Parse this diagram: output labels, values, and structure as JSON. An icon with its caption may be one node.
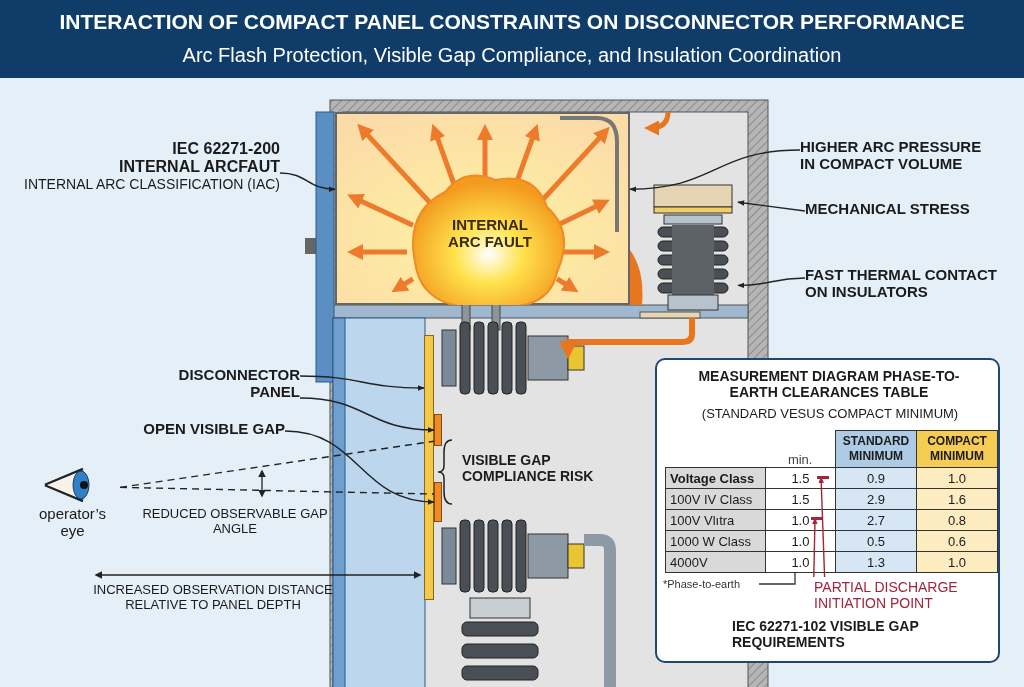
{
  "diagram": {
    "title": "INTERACTION OF COMPACT PANEL CONSTRAINTS ON DISCONNECTOR PERFORMANCE",
    "nodes": [
      {
        "text": [
          "IEC 62271-200 INTERNAL ARCFAUT",
          "INTERNAL ARC CLASSIFICATION (IAC)"
        ]
      },
      {
        "text": [],
        "shape": "box"
      },
      {
        "text": [
          "INTERNAL ARC FAULT"
        ],
        "in": 1
      },
      {
        "text": [
          "HIGHER ARC PRESSURE IN COMPACT VOLUME"
        ]
      },
      {
        "text": [
          "MECHANICAL STRESS"
        ]
      },
      {
        "text": [],
        "shape": "picture"
      },
      {
        "text": [
          "FAST THERMAL CONTACT ON INSULATORS"
        ]
      },
      {
        "text": [
          "DISCONNECTOR PANEL"
        ]
      },
      {
        "text": [],
        "shape": "bar"
      },
      {
        "text": [],
        "shape": "bar"
      },
      {
        "text": [],
        "shape": "bar"
      },
      {
        "text": [
          "OPEN VISIBLE GAP"
        ]
      },
      {
        "text": [
          "operator’s eye"
        ]
      },
      {
        "text": [
          "MEASUREMENT DIAGRAM PHASE-TO-EARTH CLEARANCES TABLE",
          "(STANDARD VESUS COMPACT MINIMUM)",
          "IEC 62271-102 VISIBLE GAP REQUIREMENTS"
        ]
      },
      {
        "text": [
          "PARTIAL DISCHARGE INITIATION POINT"
        ],
        "in": 13
      },
      {
        "text": [],
        "shape": "bar",
        "in": 13
      },
      {
        "text": [],
        "shape": "bar",
        "in": 13
      }
    ],
    "edges": [
      {
        "from": 0,
        "to": 1,
        "arrow": "to"
      },
      {
        "from": 3,
        "to": 1,
        "arrow": "to"
      },
      {
        "from": 4,
        "to": 5,
        "arrow": "to"
      },
      {
        "from": 6,
        "to": 5,
        "arrow": "to"
      },
      {
        "from": 7,
        "to": 8,
        "arrow": "to"
      },
      {
        "from": 7,
        "to": 9,
        "arrow": "to"
      },
      {
        "from": 11,
        "to": 10,
        "arrow": "to"
      },
      {
        "from": 12,
        "to": 9,
        "arrow": "none",
        "style": "dashed"
      },
      {
        "from": 12,
        "to": 10,
        "arrow": "none",
        "style": "dashed"
      },
      {
        "from": 14,
        "to": 15,
        "arrow": "to",
        "color": "#a3243b"
      },
      {
        "from": 14,
        "to": 16,
        "arrow": "to",
        "color": "#a3243b"
      }
    ],
    "labels": [
      "Arc Flash Protection, Visible Gap Compliance, and Insulation Coordination",
      "VISIBLE GAP COMPLIANCE RISK",
      "REDUCED OBSERVABLE GAP ANGLE",
      "INCREASED OBSERVATION DISTANCE RELATIVE TO PANEL DEPTH",
      "min.",
      "STANDARD MINIMUM",
      "COMPACT MINIMUM",
      "Voltage Class",
      "1.5",
      "0.9",
      "1.0",
      "100V IV Class",
      "1.5",
      "2.9",
      "1.6",
      "100V Vlıtra",
      "1.0",
      "2.7",
      "0.8",
      "1000 W Class",
      "1.0",
      "0.5",
      "0.6",
      "4000V",
      "1.0",
      "1.3",
      "1.0",
      "*Phase-to-earth"
    ]
  }
}
